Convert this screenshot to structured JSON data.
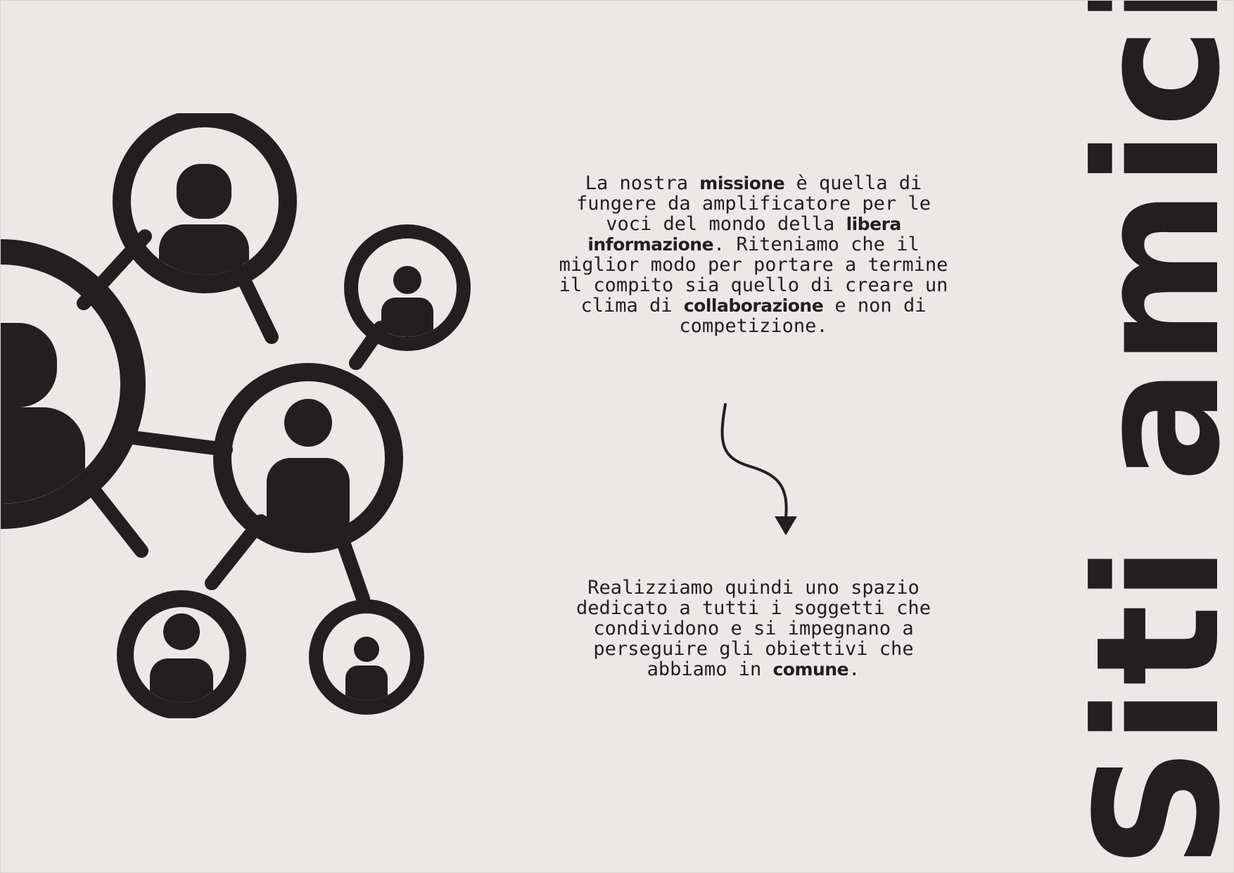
{
  "title": "Siti amici",
  "paragraph1": {
    "t1": "La nostra ",
    "b1": "missione",
    "t2": " è quella di fungere da amplificatore per le voci del mondo della ",
    "b2": "libera informazione",
    "t3": ". Riteniamo che il miglior modo per portare a termine il compito sia quello di creare un clima di ",
    "b3": "collaborazione",
    "t4": " e non di competizione."
  },
  "paragraph2": {
    "t1": "Realizziamo quindi uno spazio dedicato a tutti i soggetti che condividono e si impegnano a perseguire gli obiettivi che abbiamo in ",
    "b1": "comune",
    "t2": "."
  },
  "colors": {
    "background": "#ebe8e8",
    "ink": "#231f20"
  },
  "icons": [
    "people-network-icon",
    "curved-arrow-down-icon"
  ]
}
